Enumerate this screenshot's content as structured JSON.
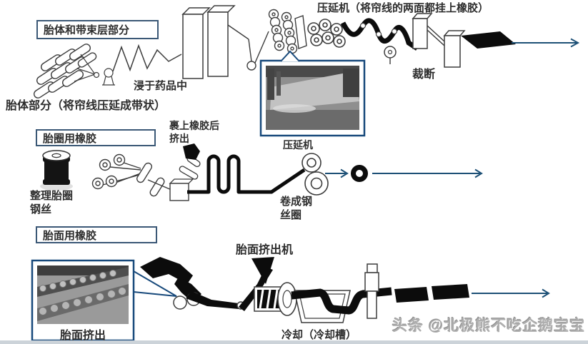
{
  "colors": {
    "arrow_blue": "#1d5076",
    "inset_border": "#17497b",
    "section_box_border": "#3b5876",
    "ink_black": "#0c0c0c",
    "text": "#2d2d2d",
    "watermark_gray": "#aeaeae",
    "footer_bar": "#ccd3d9"
  },
  "row_body": {
    "section_label": "胎体和带束层部分",
    "caption": "胎体部分（将帘线压延成带状）",
    "dip_label": "浸于药品中",
    "calender_label": "压延机（将帘线的两面都挂上橡胶）",
    "cut_label": "裁断",
    "inset_caption": "压延机"
  },
  "row_bead": {
    "section_label": "胎圈用橡胶",
    "wire_label_line1": "整理胎圈",
    "wire_label_line2": "钢丝",
    "extrude_label_line1": "裹上橡胶后",
    "extrude_label_line2": "挤出",
    "coil_label_line1": "卷成钢",
    "coil_label_line2": "丝圈"
  },
  "row_tread": {
    "section_label": "胎面用橡胶",
    "inset_caption": "胎面挤出",
    "extruder_label": "胎面挤出机",
    "cooling_label": "冷却（冷却槽）"
  },
  "watermark": "头条 @北极熊不吃企鹅宝宝"
}
